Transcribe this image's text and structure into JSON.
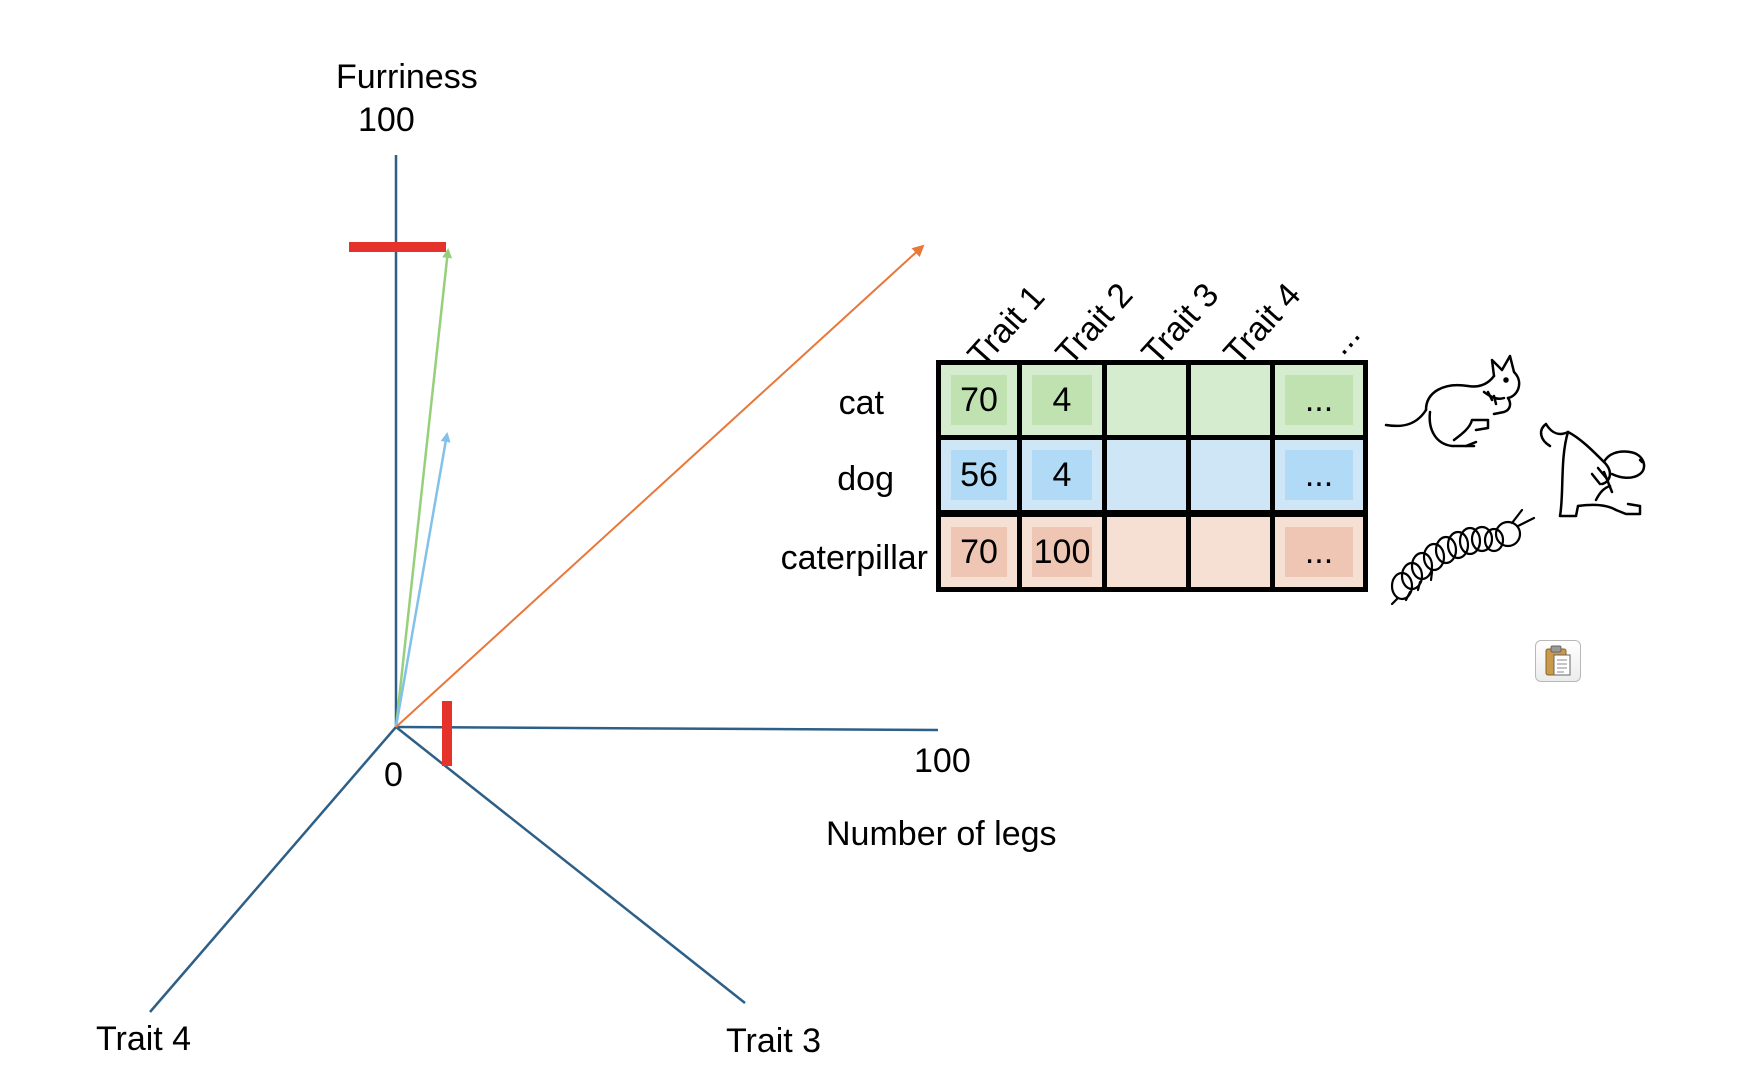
{
  "axes": {
    "y_title": "Furriness",
    "y_max": "100",
    "x_title": "Number of legs",
    "x_max": "100",
    "origin": "0",
    "diag_right_label": "Trait 3",
    "diag_left_label": "Trait 4"
  },
  "table": {
    "columns": [
      "Trait 1",
      "Trait 2",
      "Trait 3",
      "Trait 4",
      "..."
    ],
    "rows": [
      {
        "label": "cat",
        "values": [
          "70",
          "4",
          "",
          "",
          "..."
        ],
        "color": "#d6ecce",
        "highlight": "#bfe2b0"
      },
      {
        "label": "dog",
        "values": [
          "56",
          "4",
          "",
          "",
          "..."
        ],
        "color": "#cfe6f7",
        "highlight": "#b0daf5"
      },
      {
        "label": "caterpillar",
        "values": [
          "70",
          "100",
          "",
          "",
          "..."
        ],
        "color": "#f5e0d3",
        "highlight": "#efc6b4"
      }
    ]
  },
  "colors": {
    "axis": "#2e5f86",
    "marker": "#e5322b",
    "cat_arrow": "#97d07a",
    "dog_arrow": "#82c1ea",
    "caterpillar_arrow": "#e8783a"
  },
  "icons": [
    "cat-icon",
    "dog-icon",
    "caterpillar-icon",
    "clipboard-icon"
  ]
}
